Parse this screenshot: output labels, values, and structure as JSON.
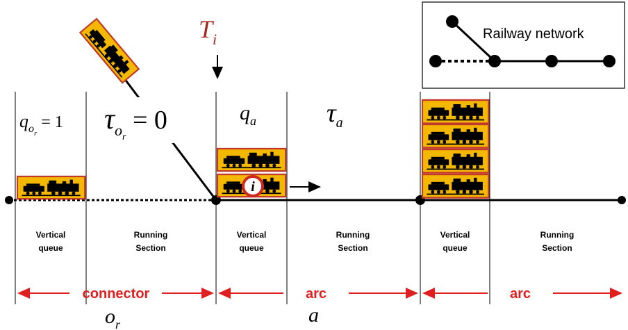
{
  "ti_label": {
    "main": "T",
    "sub": "i"
  },
  "q_or_label": {
    "main": "q",
    "sub": "o",
    "subsub": "r",
    "rest": " = 1"
  },
  "tau_or_label": {
    "main": "τ",
    "sub": "o",
    "subsub": "r",
    "rest": " = 0"
  },
  "q_a_label": {
    "main": "q",
    "sub": "a"
  },
  "tau_a_label": {
    "main": "τ",
    "sub": "a"
  },
  "train_marker": "i",
  "legend": {
    "text": "Railway network"
  },
  "sections": [
    {
      "line1": "Vertical",
      "line2": "queue"
    },
    {
      "line1": "Running",
      "line2": "Section"
    },
    {
      "line1": "Vertical",
      "line2": "queue"
    },
    {
      "line1": "Running",
      "line2": "Section"
    },
    {
      "line1": "Vertical",
      "line2": "queue"
    },
    {
      "line1": "Running",
      "line2": "Section"
    }
  ],
  "brackets": [
    "connector",
    "arc",
    "arc"
  ],
  "bottom_labels": {
    "or": {
      "main": "o",
      "sub": "r"
    },
    "a": "a"
  },
  "colors": {
    "train_fill": "#f5b800",
    "train_border": "#c0392b",
    "accent_red": "#e02020",
    "title_red": "#a0281e"
  }
}
